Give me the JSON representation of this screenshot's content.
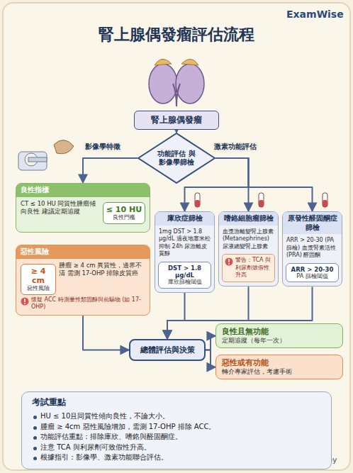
{
  "diagram": {
    "title": "腎上腺偶發瘤評估流程",
    "nodes": [
      {
        "text": [
          "腎上腺偶發瘤"
        ]
      },
      {
        "text": [
          "功能評估 與 影像學篩檢"
        ]
      },
      {
        "text": [
          "良性指標",
          "CT ≤ 10 HU 同質性腫瘤傾向良性 建議定期追蹤"
        ]
      },
      {
        "text": [
          "≤ 10 HU",
          "良性門檻"
        ],
        "in": 2
      },
      {
        "text": [
          "惡性風險",
          "腫瘤 ≥ 4 cm 異質性，邊界不清 需測 17-OHP 排除皮質癌",
          "懷疑 ACC 時測量性類固醇與前驅物 (如 17-OHP)"
        ]
      },
      {
        "text": [
          "≥ 4 cm",
          "惡性風險"
        ],
        "in": 4
      },
      {
        "text": [
          "庫欣症篩檢",
          "1mg DST > 1.8 μg/dL 過夜地塞米松抑制 24h 尿游離皮質醇"
        ]
      },
      {
        "text": [
          "DST > 1.8 μg/dL",
          "庫欣篩檢閾值"
        ],
        "in": 6
      },
      {
        "text": [
          "嗜鉻細胞瘤篩檢",
          "血漿游離變腎上腺素 (Metanephrines) 尿液總變腎上腺素"
        ]
      },
      {
        "text": [
          "警告：TCA 與利尿劑致假性升高"
        ],
        "in": 8
      },
      {
        "text": [
          "原發性醛固酮症篩檢",
          "ARR > 20-30 (PA 篩檢) 血漿腎素活性 (PRA) 醛固酮"
        ]
      },
      {
        "text": [
          "ARR > 20-30",
          "PA 篩檢閾值"
        ],
        "in": 10
      },
      {
        "text": [
          "總體評估與決策"
        ]
      },
      {
        "text": [
          "良性且無功能",
          "定期追蹤（每年一次）"
        ]
      },
      {
        "text": [
          "惡性或有功能",
          "轉介專家評估，考慮手術"
        ]
      },
      {
        "text": [
          "考試重點",
          "HU ≤ 10且同質性傾向良性，不論大小。",
          "腫瘤 ≥ 4cm 惡性風險增加，需測 17-OHP 排除 ACC。",
          "功能評估重點：排除庫欣、嗜鉻與醛固酮症。",
          "注意 TCA 與利尿劑可致假性升高。",
          "根據指引：影像學、激素功能聯合評估。"
        ]
      }
    ],
    "edges": [
      {
        "from": 0,
        "to": 1,
        "arrow": "to"
      },
      {
        "from": 1,
        "to": 2,
        "arrow": "to"
      },
      {
        "from": 1,
        "to": 6,
        "arrow": "to"
      },
      {
        "from": 1,
        "to": 8,
        "arrow": "to"
      },
      {
        "from": 1,
        "to": 10,
        "arrow": "to"
      },
      {
        "from": 4,
        "to": 12,
        "arrow": "to"
      },
      {
        "from": 6,
        "to": 12,
        "arrow": "to"
      },
      {
        "from": 8,
        "to": 12,
        "arrow": "to"
      },
      {
        "from": 10,
        "to": 12,
        "arrow": "to"
      },
      {
        "from": 12,
        "to": 13,
        "arrow": "to"
      },
      {
        "from": 12,
        "to": 14,
        "arrow": "to"
      }
    ],
    "labels": [
      "ExamWise",
      "影像學特徵",
      "激素功能評估",
      "by"
    ]
  }
}
